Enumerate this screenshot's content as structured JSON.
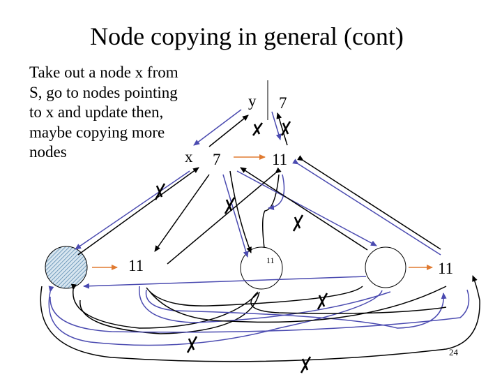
{
  "slide": {
    "title": "Node copying in general (cont)",
    "body_lines": [
      "Take out a node x from",
      "S, go to nodes pointing",
      "to x and update then,",
      "maybe copying more",
      "nodes"
    ],
    "page_number": "24"
  },
  "diagram": {
    "labels": {
      "x": "x",
      "y": "y"
    },
    "fields": {
      "y_node": "7",
      "x_node": "7",
      "top_right": "11",
      "left_node": "11",
      "middle_node": "11",
      "right_node": "11"
    },
    "colors": {
      "blue": "#4a4ab0",
      "orange": "#e07a30",
      "black": "#000000",
      "hatch": "#5a8ab0"
    }
  }
}
